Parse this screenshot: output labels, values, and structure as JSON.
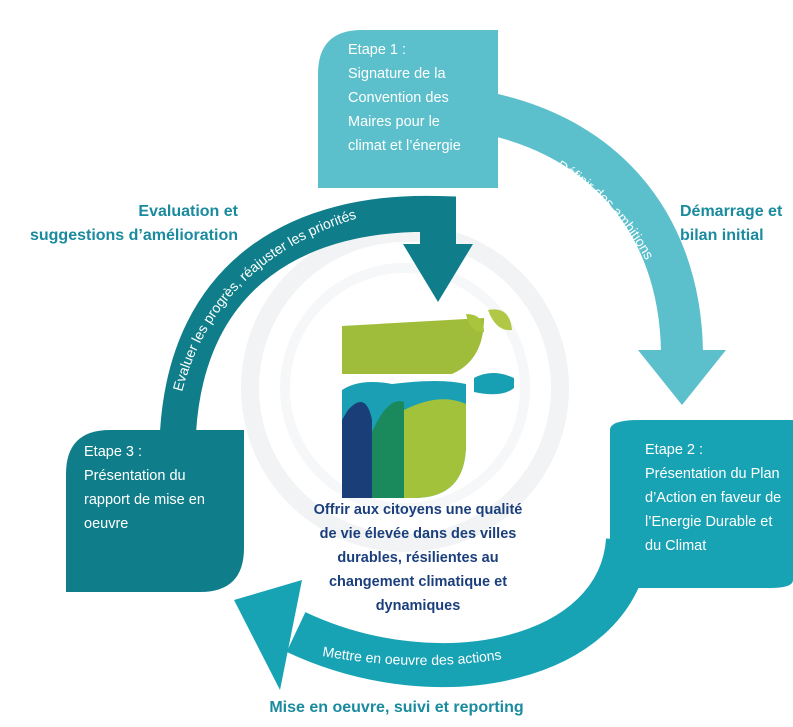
{
  "steps": [
    {
      "title": "Etape 1 :",
      "lines": [
        "Signature de la",
        "Convention des",
        "Maires pour le",
        "climat et l’énergie"
      ]
    },
    {
      "title": "Etape 2 :",
      "lines": [
        "Présentation du Plan",
        "d’Action en faveur de",
        "l’Energie Durable et",
        "du Climat"
      ]
    },
    {
      "title": "Etape 3 :",
      "lines": [
        "Présentation du",
        "rapport de mise en",
        "oeuvre"
      ]
    }
  ],
  "phases": {
    "start": [
      "Démarrage et",
      "bilan initial"
    ],
    "implementation": "Mise en oeuvre, suivi et reporting",
    "evaluation": [
      "Evaluation et",
      "suggestions d’amélioration"
    ]
  },
  "arrows": {
    "define": "Définir des ambitions",
    "implement": "Mettre en oeuvre des actions",
    "evaluate": "Evaluer les progrès, réajuster les priorités"
  },
  "center": [
    "Offrir aux citoyens une qualité",
    "de vie élevée dans des villes",
    "durables, résilientes au",
    "changement climatique et",
    "dynamiques"
  ],
  "colors": {
    "step1": "#5bc0cc",
    "step2": "#18a3b5",
    "step3": "#0f7e8a",
    "phase_text": "#1a8b9e",
    "center_text": "#1b3f7c"
  }
}
